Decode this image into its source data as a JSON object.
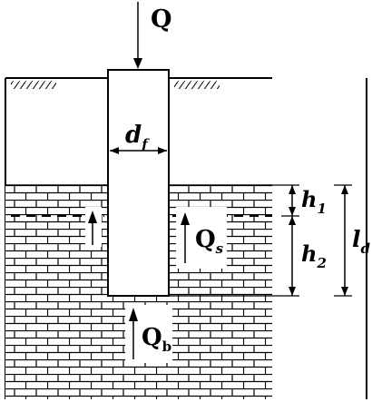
{
  "labels": {
    "load": "Q",
    "diameter_main": "d",
    "diameter_sub": "f",
    "layer1_main": "h",
    "layer1_sub": "1",
    "layer2_main": "h",
    "layer2_sub": "2",
    "length_main": "l",
    "length_sub": "d",
    "shaft_main": "Q",
    "shaft_sub": "s",
    "base_main": "Q",
    "base_sub": "b"
  }
}
